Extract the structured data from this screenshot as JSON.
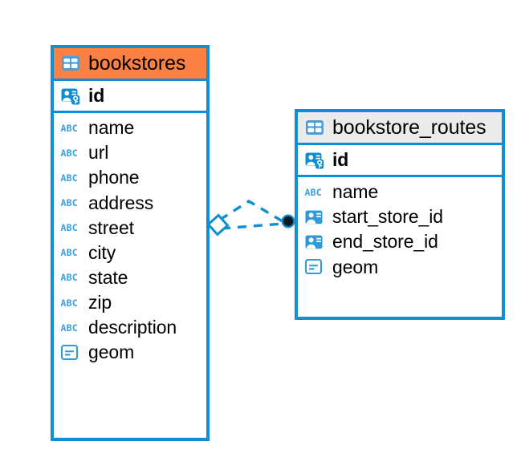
{
  "diagram": {
    "type": "entity-relationship-diagram",
    "background": "#ffffff",
    "accent_color": "#108ed2",
    "highlight_color": "#fb8043",
    "neutral_header_color": "#ebebeb"
  },
  "entities": [
    {
      "name": "bookstores",
      "header_style": "accent",
      "table_icon": "table-icon",
      "primary_key": {
        "label": "id",
        "icon": "primary-key-icon"
      },
      "fields": [
        {
          "label": "name",
          "icon": "text-field-icon"
        },
        {
          "label": "url",
          "icon": "text-field-icon"
        },
        {
          "label": "phone",
          "icon": "text-field-icon"
        },
        {
          "label": "address",
          "icon": "text-field-icon"
        },
        {
          "label": "street",
          "icon": "text-field-icon"
        },
        {
          "label": "city",
          "icon": "text-field-icon"
        },
        {
          "label": "state",
          "icon": "text-field-icon"
        },
        {
          "label": "zip",
          "icon": "text-field-icon"
        },
        {
          "label": "description",
          "icon": "text-field-icon"
        },
        {
          "label": "geom",
          "icon": "geometry-field-icon"
        }
      ]
    },
    {
      "name": "bookstore_routes",
      "header_style": "neutral",
      "table_icon": "table-icon",
      "primary_key": {
        "label": "id",
        "icon": "primary-key-icon"
      },
      "fields": [
        {
          "label": "name",
          "icon": "text-field-icon"
        },
        {
          "label": "start_store_id",
          "icon": "foreign-key-icon"
        },
        {
          "label": "end_store_id",
          "icon": "foreign-key-icon"
        },
        {
          "label": "geom",
          "icon": "geometry-field-icon"
        }
      ]
    }
  ],
  "relationship": {
    "from_entity": "bookstores",
    "to_entity": "bookstore_routes",
    "line_style": "dashed",
    "line_color": "#108ed2",
    "source_marker": "diamond-marker",
    "target_marker": "filled-circle-marker"
  }
}
